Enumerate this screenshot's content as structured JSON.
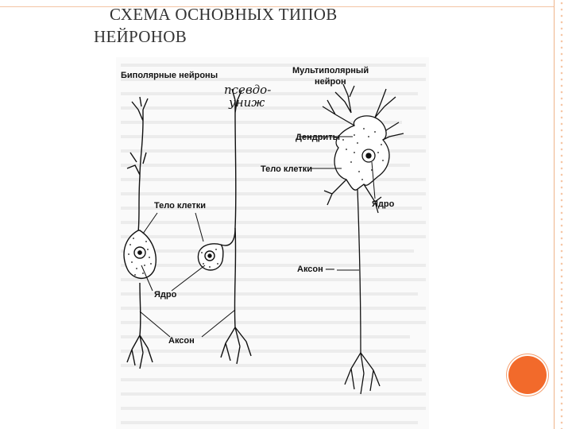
{
  "slide": {
    "title_line1": "СХЕМА ОСНОВНЫХ ТИПОВ",
    "title_line2": "НЕЙРОНОВ"
  },
  "figure": {
    "labels": {
      "bipolar": "Биполярные нейроны",
      "multipolar_1": "Мультиполярный",
      "multipolar_2": "нейрон",
      "dendrites": "Дендриты",
      "cell_body_right": "Тело клетки",
      "cell_body_left": "Тело клетки",
      "nucleus_left": "Ядро",
      "nucleus_right": "Ядро",
      "axon_left": "Аксон",
      "axon_right": "Аксон —",
      "handwritten_1": "псевдо-",
      "handwritten_2": "униж"
    }
  },
  "colors": {
    "accent_orange": "#f26a2b",
    "frame_peach": "#f0b48a",
    "ink": "#111111"
  }
}
